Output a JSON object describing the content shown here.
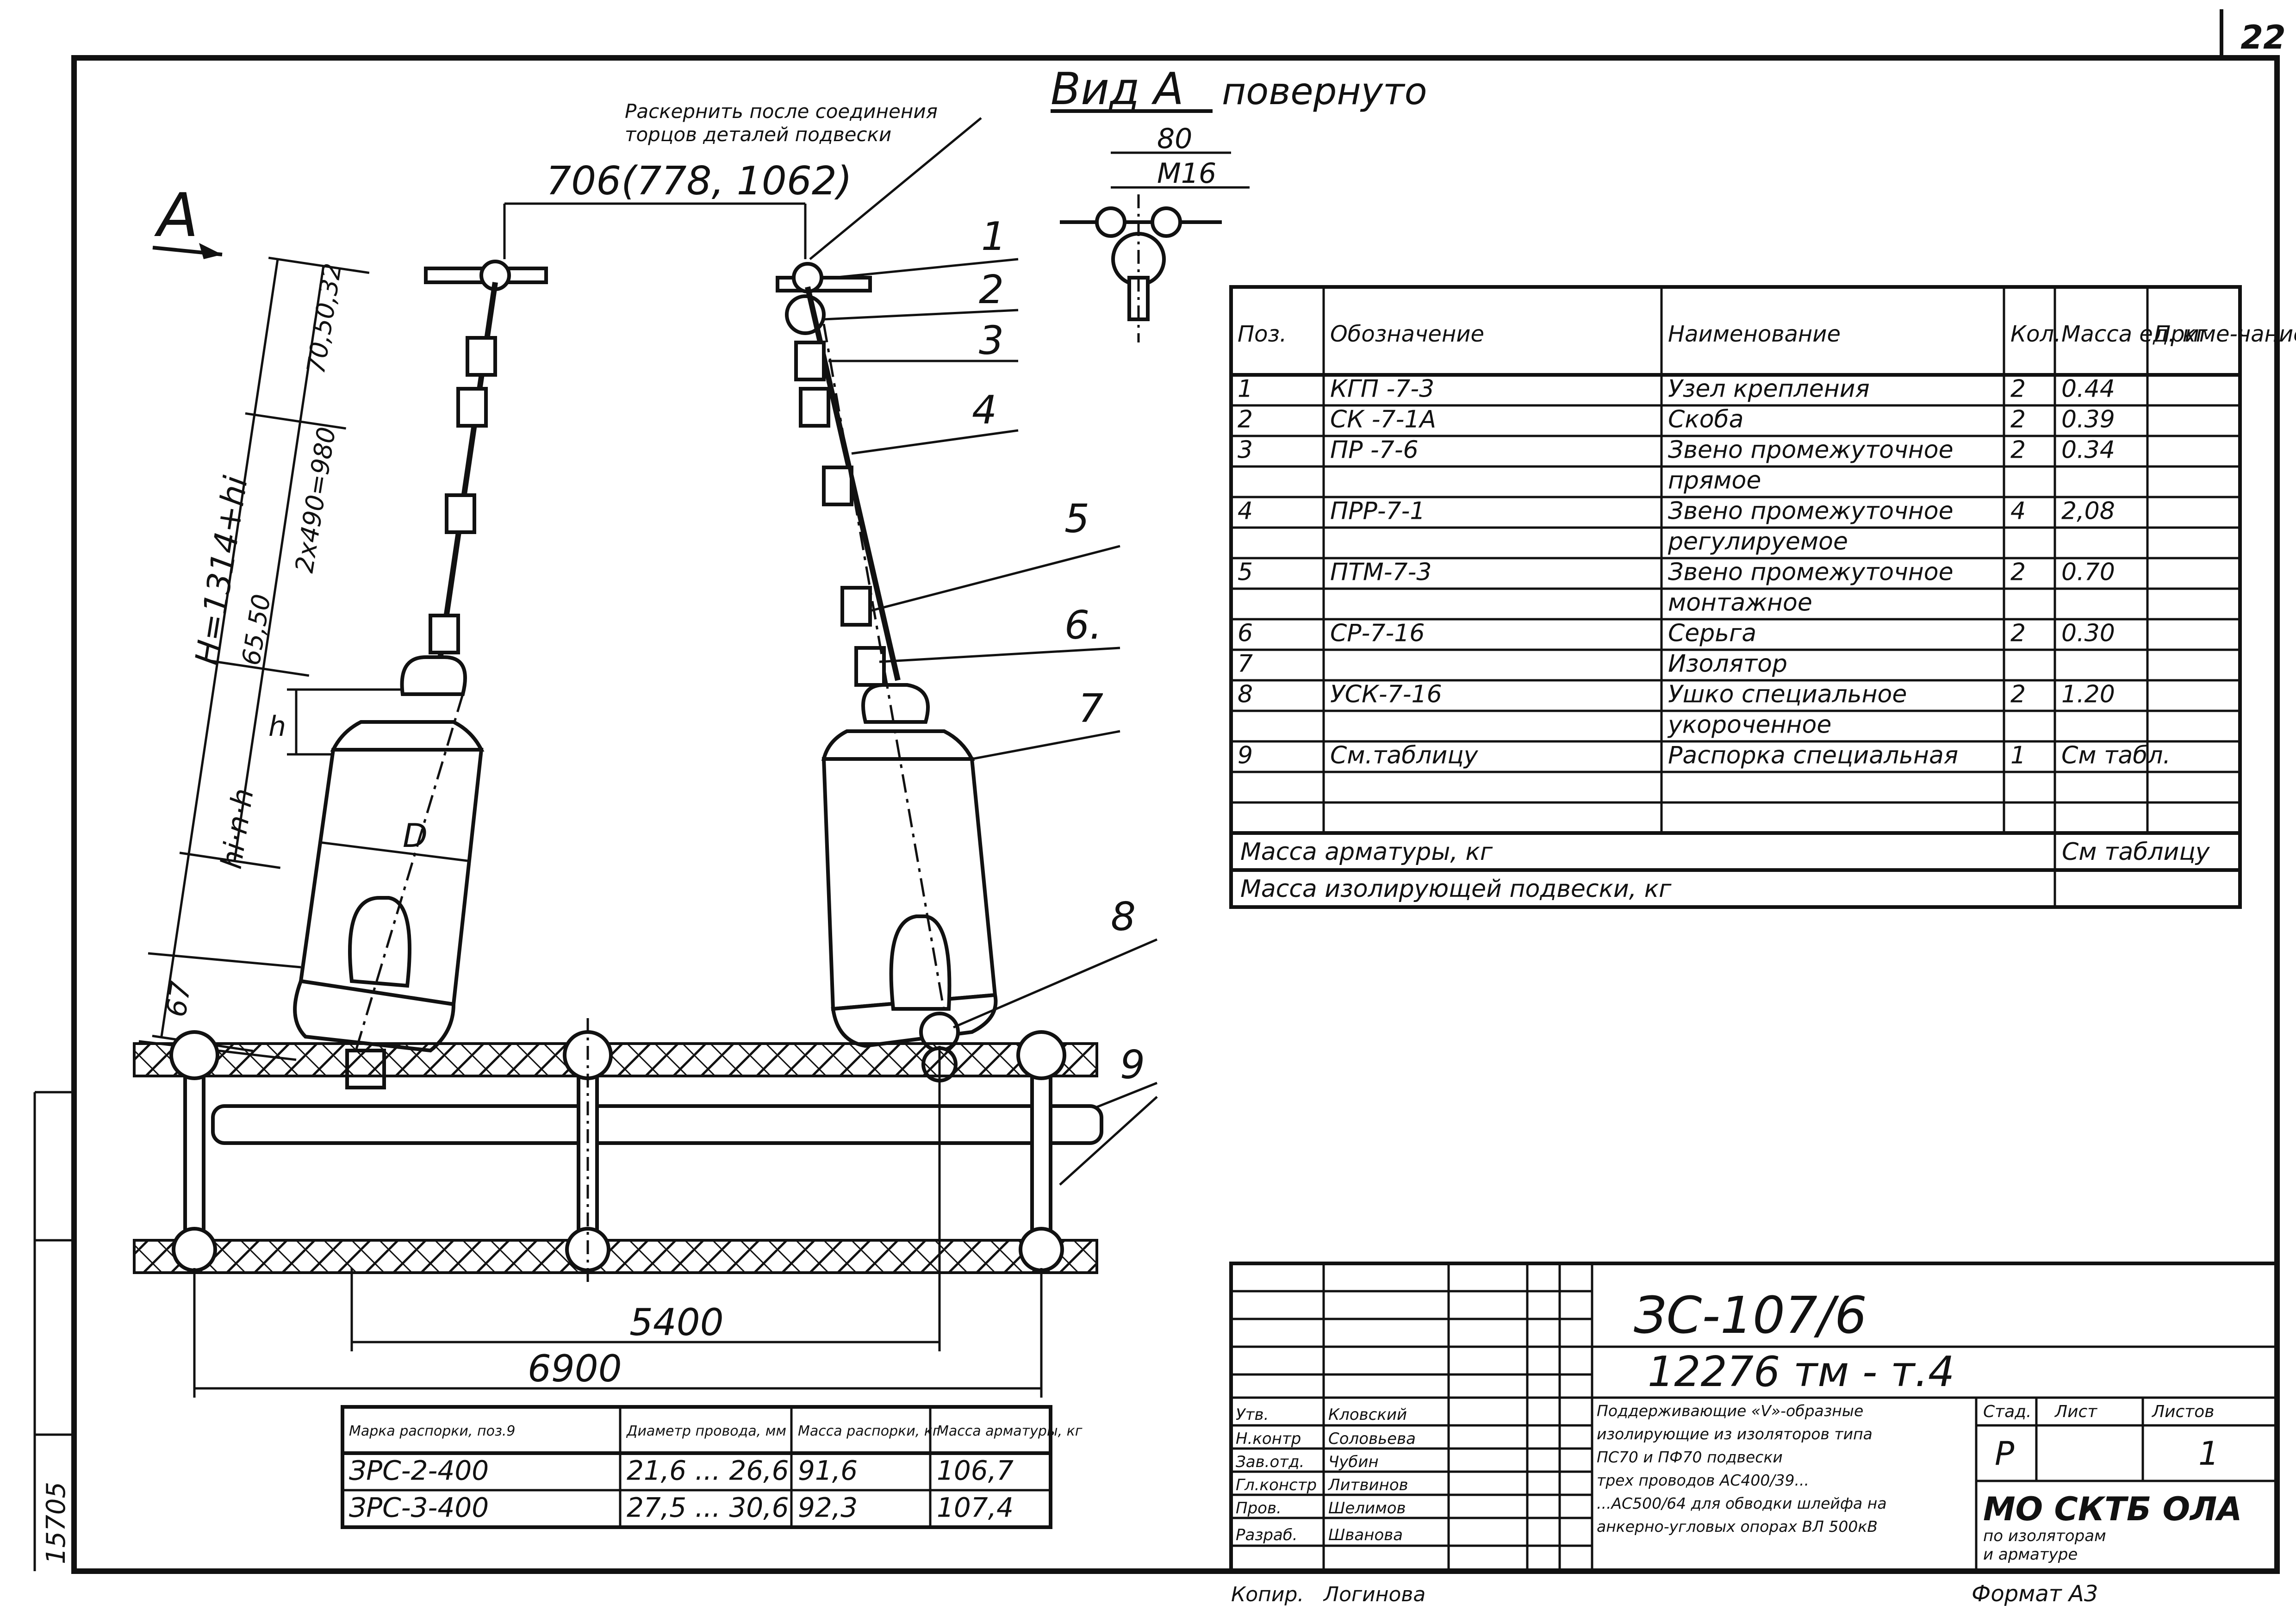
{
  "page_number": "22",
  "view": {
    "title_letter": "Вид А",
    "title_rest": "повернуто",
    "dim_80": "80",
    "dim_m16": "М16"
  },
  "note": {
    "line1": "Раскернить после соединения",
    "line2": "торцов деталей подвески"
  },
  "arrow_a": "А",
  "dims": {
    "top_spacing": "706(778, 1062)",
    "d_70_50_32": "70,50,32",
    "d_2x490_980": "2х490=980",
    "d_65_50": "65,50",
    "h_total": "H=1314+hi",
    "h_small": "h",
    "h_ih": "hi·n·h",
    "d_67": "67",
    "d_D": "D",
    "d_5400": "5400",
    "d_6900": "6900"
  },
  "callouts": [
    "1",
    "2",
    "3",
    "4",
    "5",
    "6.",
    "7",
    "8",
    "9"
  ],
  "spec_table": {
    "headers": [
      "Поз.",
      "Обозначение",
      "Наименование",
      "Кол.",
      "Масса ед. кг",
      "Приме-чание"
    ],
    "rows": [
      [
        "1",
        "КГП -7-3",
        "Узел крепления",
        "2",
        "0.44",
        ""
      ],
      [
        "2",
        "СК -7-1А",
        "Скоба",
        "2",
        "0.39",
        ""
      ],
      [
        "3",
        "ПР -7-6",
        "Звено промежуточное",
        "2",
        "0.34",
        ""
      ],
      [
        "",
        "",
        "прямое",
        "",
        "",
        ""
      ],
      [
        "4",
        "ПРР-7-1",
        "Звено промежуточное",
        "4",
        "2,08",
        ""
      ],
      [
        "",
        "",
        "регулируемое",
        "",
        "",
        ""
      ],
      [
        "5",
        "ПТМ-7-3",
        "Звено промежуточное",
        "2",
        "0.70",
        ""
      ],
      [
        "",
        "",
        "монтажное",
        "",
        "",
        ""
      ],
      [
        "6",
        "СР-7-16",
        "Серьга",
        "2",
        "0.30",
        ""
      ],
      [
        "7",
        "",
        "Изолятор",
        "",
        "",
        ""
      ],
      [
        "8",
        "УСК-7-16",
        "Ушко специальное",
        "2",
        "1.20",
        ""
      ],
      [
        "",
        "",
        "укороченное",
        "",
        "",
        ""
      ],
      [
        "9",
        "См.таблицу",
        "Распорка специальная",
        "1",
        "См табл.",
        ""
      ],
      [
        "",
        "",
        "",
        "",
        "",
        ""
      ],
      [
        "",
        "",
        "",
        "",
        "",
        ""
      ]
    ],
    "mass_fittings_label": "Масса арматуры, кг",
    "mass_fittings_value": "См таблицу",
    "mass_insulating_label": "Масса изолирующей подвески, кг",
    "mass_insulating_value": ""
  },
  "spacer_table": {
    "headers": [
      "Марка распорки, поз.9",
      "Диаметр провода, мм",
      "Масса распорки, кг",
      "Масса арматуры, кг"
    ],
    "rows": [
      [
        "ЗРС-2-400",
        "21,6 ... 26,6",
        "91,6",
        "106,7"
      ],
      [
        "ЗРС-3-400",
        "27,5 ... 30,6",
        "92,3",
        "107,4"
      ]
    ]
  },
  "title_block": {
    "code": "ЗС-107/6",
    "project": "12276 тм - т.4",
    "roles": [
      {
        "role": "Утв.",
        "name": "Кловский"
      },
      {
        "role": "Н.контр",
        "name": "Соловьева"
      },
      {
        "role": "Зав.отд.",
        "name": "Чубин"
      },
      {
        "role": "Гл.констр",
        "name": "Литвинов"
      },
      {
        "role": "Пров.",
        "name": "Шелимов"
      },
      {
        "role": "Разраб.",
        "name": "Шванова"
      }
    ],
    "description": [
      "Поддерживающие «V»-образные",
      "изолирующие из изоляторов типа",
      "ПС70 и ПФ70 подвески",
      "трех проводов АС400/39...",
      "...АС500/64 для обводки шлейфа на",
      "анкерно-угловых опорах ВЛ 500кВ"
    ],
    "stage_label": "Стад.",
    "sheet_label": "Лист",
    "sheets_label": "Листов",
    "stage_value": "Р",
    "sheet_value": "",
    "sheets_value": "1",
    "org_line1": "МО СКТБ ОЛА",
    "org_line2": "по изоляторам",
    "org_line3": "и арматуре",
    "copied_label": "Копир.",
    "copied_name": "Логинова",
    "format": "Формат А3"
  },
  "side_stamp": "15705"
}
